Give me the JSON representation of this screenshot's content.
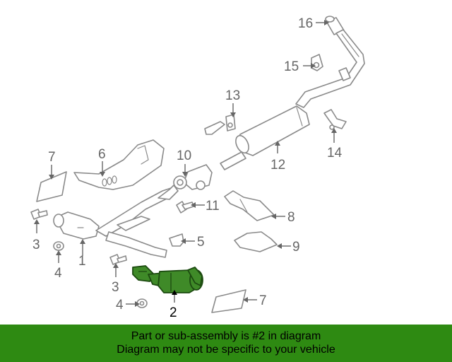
{
  "diagram": {
    "highlight_color": "#3f8a28",
    "label_color": "#666666",
    "callouts": [
      {
        "id": "c16",
        "text": "16"
      },
      {
        "id": "c15",
        "text": "15"
      },
      {
        "id": "c13",
        "text": "13"
      },
      {
        "id": "c14",
        "text": "14"
      },
      {
        "id": "c12",
        "text": "12"
      },
      {
        "id": "c10",
        "text": "10"
      },
      {
        "id": "c11",
        "text": "11"
      },
      {
        "id": "c7a",
        "text": "7"
      },
      {
        "id": "c6",
        "text": "6"
      },
      {
        "id": "c8",
        "text": "8"
      },
      {
        "id": "c9",
        "text": "9"
      },
      {
        "id": "c5",
        "text": "5"
      },
      {
        "id": "c3a",
        "text": "3"
      },
      {
        "id": "c4a",
        "text": "4"
      },
      {
        "id": "c1",
        "text": "1"
      },
      {
        "id": "c3b",
        "text": "3"
      },
      {
        "id": "c4b",
        "text": "4"
      },
      {
        "id": "c2",
        "text": "2"
      },
      {
        "id": "c7b",
        "text": "7"
      }
    ]
  },
  "banner": {
    "background": "#2e8a12",
    "line1": "Part or sub-assembly is #2 in diagram",
    "line2": "Diagram may not be specific to your vehicle"
  }
}
